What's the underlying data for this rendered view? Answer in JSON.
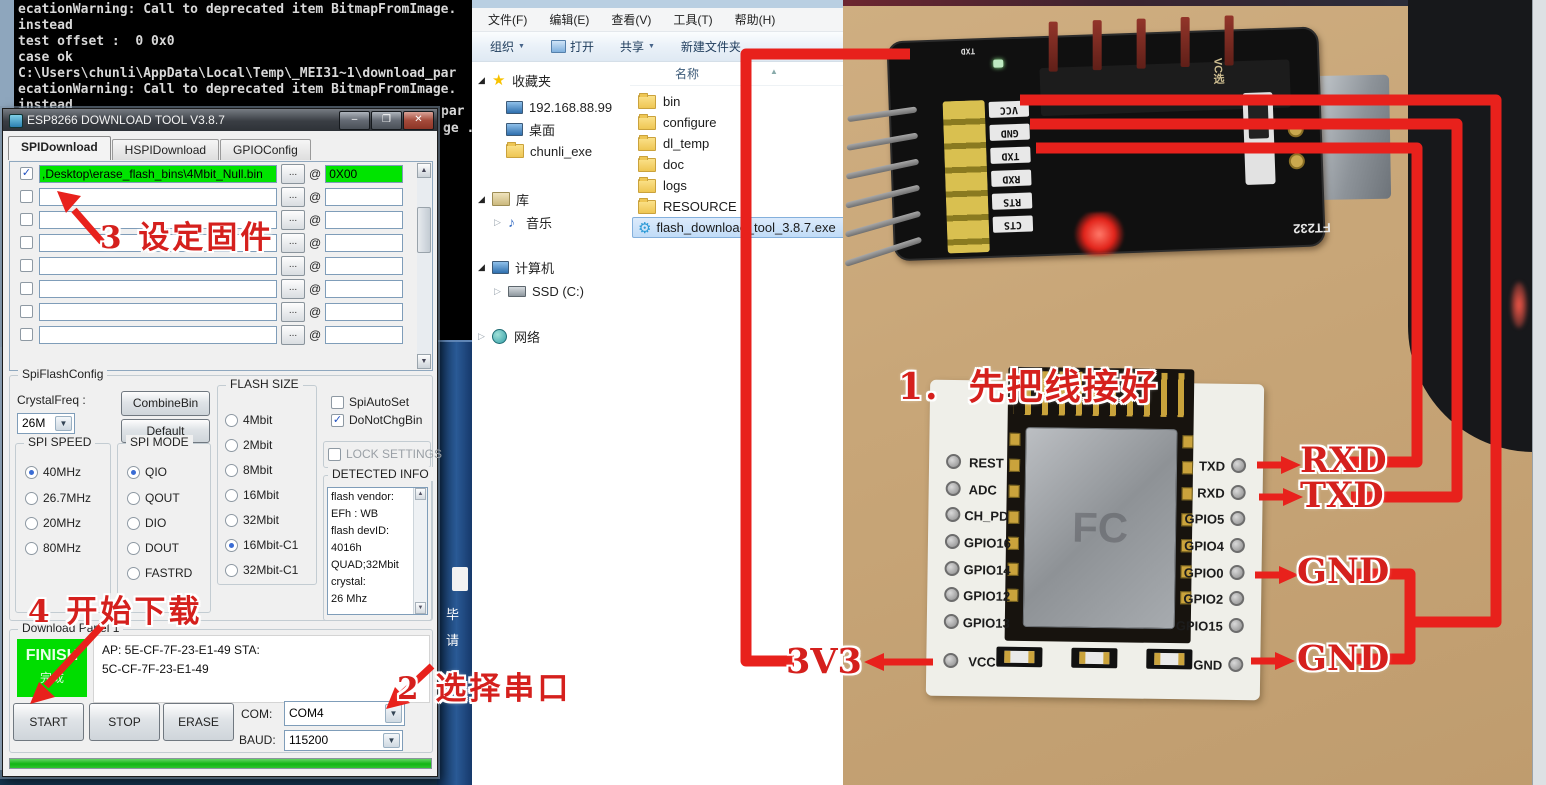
{
  "icons": {
    "dropdown": "▼",
    "up": "▲",
    "down": "▼",
    "sort": "▲",
    "check": "✓",
    "expanded": "◢",
    "collapsed": "▷",
    "star": "★",
    "music": "♪",
    "gear": "⚙",
    "minimize": "–",
    "maximize": "❐",
    "close": "✕"
  },
  "console": {
    "lines": [
      "ecationWarning: Call to deprecated item BitmapFromImage.",
      "instead",
      "test offset :  0 0x0",
      "case ok",
      "C:\\Users\\chunli\\AppData\\Local\\Temp\\_MEI31~1\\download_par",
      "ecationWarning: Call to deprecated item BitmapFromImage.",
      "instead"
    ],
    "overflow_line1": "par",
    "overflow_line2": "ge ."
  },
  "side_window": {
    "char1": "毕",
    "char2": "请"
  },
  "tool": {
    "title": "ESP8266 DOWNLOAD TOOL V3.8.7",
    "tabs": [
      {
        "label": "SPIDownload"
      },
      {
        "label": "HSPIDownload"
      },
      {
        "label": "GPIOConfig"
      }
    ],
    "at_symbol": "@",
    "browse_label": "...",
    "rows": [
      {
        "path": ",Desktop\\erase_flash_bins\\4Mbit_Null.bin",
        "offset": "0X00"
      }
    ],
    "spi_flash_config": {
      "group_label": "SpiFlashConfig",
      "crystal_freq_label": "CrystalFreq :",
      "crystal_freq_value": "26M",
      "combine_bin": "CombineBin",
      "default": "Default",
      "flash_size": {
        "label": "FLASH SIZE",
        "options": [
          "4Mbit",
          "2Mbit",
          "8Mbit",
          "16Mbit",
          "32Mbit",
          "16Mbit-C1",
          "32Mbit-C1"
        ],
        "selected": "16Mbit-C1"
      },
      "spi_auto_set": "SpiAutoSet",
      "do_not_chg_bin": "DoNotChgBin",
      "lock_settings": "LOCK SETTINGS",
      "detected_info": {
        "label": "DETECTED INFO",
        "lines": [
          "flash vendor:",
          "EFh : WB",
          "flash devID:",
          "4016h",
          "QUAD;32Mbit",
          "crystal:",
          "26 Mhz"
        ]
      },
      "spi_speed": {
        "label": "SPI SPEED",
        "options": [
          "40MHz",
          "26.7MHz",
          "20MHz",
          "80MHz"
        ],
        "selected": "40MHz"
      },
      "spi_mode": {
        "label": "SPI MODE",
        "options": [
          "QIO",
          "QOUT",
          "DIO",
          "DOUT",
          "FASTRD"
        ],
        "selected": "QIO"
      }
    },
    "download_panel": {
      "group_label": "Download Panel 1",
      "finish_label": "FINISH",
      "finish_sub": "完成",
      "mac_line1": "AP:  5E-CF-7F-23-E1-49  STA:",
      "mac_line2": "5C-CF-7F-23-E1-49",
      "start": "START",
      "stop": "STOP",
      "erase": "ERASE",
      "com_label": "COM:",
      "com_value": "COM4",
      "baud_label": "BAUD:",
      "baud_value": "115200"
    }
  },
  "explorer": {
    "menu": [
      "文件(F)",
      "编辑(E)",
      "查看(V)",
      "工具(T)",
      "帮助(H)"
    ],
    "toolbar": {
      "organize": "组织",
      "open": "打开",
      "share": "共享",
      "new_folder": "新建文件夹"
    },
    "column_name": "名称",
    "tree": {
      "favorites": "收藏夹",
      "fav_items": [
        "192.168.88.99",
        "桌面",
        "chunli_exe"
      ],
      "libraries": "库",
      "lib_items": [
        "音乐"
      ],
      "computer": "计算机",
      "computer_items": [
        "SSD (C:)"
      ],
      "network": "网络"
    },
    "files": [
      {
        "name": "bin"
      },
      {
        "name": "configure"
      },
      {
        "name": "dl_temp"
      },
      {
        "name": "doc"
      },
      {
        "name": "logs"
      },
      {
        "name": "RESOURCE"
      },
      {
        "name": "flash_download_tool_3.8.7.exe"
      }
    ]
  },
  "photo": {
    "ft232": {
      "pin_labels": [
        "VCC",
        "GND",
        "TXD",
        "RXD",
        "RTS",
        "CTS"
      ],
      "board_label": "FT232",
      "top_pin_label": "TXD",
      "switch_label": "VC选"
    },
    "esp": {
      "left_pins": [
        "REST",
        "ADC",
        "CH_PD",
        "GPIO16",
        "GPIO14",
        "GPIO12",
        "GPIO13",
        "VCC"
      ],
      "right_pins": [
        "TXD",
        "RXD",
        "GPIO5",
        "GPIO4",
        "GPIO0",
        "GPIO2",
        "GPIO15",
        "GND"
      ],
      "shield_mark": "FC"
    },
    "annotations": {
      "step1": "1.  先把线接好",
      "step2": "2 选择串口",
      "step3": "3 设定固件",
      "step4": "4 开始下载",
      "wire_rxd": "RXD",
      "wire_txd": "TXD",
      "wire_gnd1": "GND",
      "wire_gnd2": "GND",
      "wire_3v3": "3V3"
    },
    "colors": {
      "wire_red": "#e8211c",
      "highlight_green": "#00e400"
    }
  }
}
